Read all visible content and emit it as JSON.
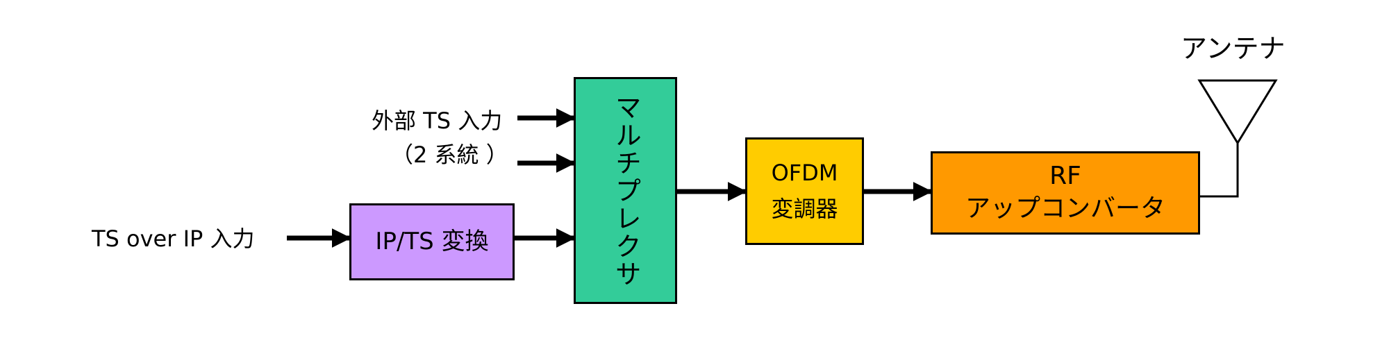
{
  "diagram": {
    "blocks": {
      "ipts": {
        "text": "IP/TS 変換",
        "color": "#cc99ff"
      },
      "mux": {
        "text": "マルチプレクサ",
        "color": "#33cc99"
      },
      "ofdm": {
        "line1": "OFDM",
        "line2": "変調器",
        "color": "#ffcc00"
      },
      "rf": {
        "line1": "RF",
        "line2": "アップコンバータ",
        "color": "#ff9900"
      }
    },
    "labels": {
      "external_ts": "外部 TS 入力",
      "external_ts_sub": "（2 系統 ）",
      "ts_over_ip": "TS over IP 入力",
      "antenna": "アンテナ"
    },
    "line_color": "#000000"
  }
}
